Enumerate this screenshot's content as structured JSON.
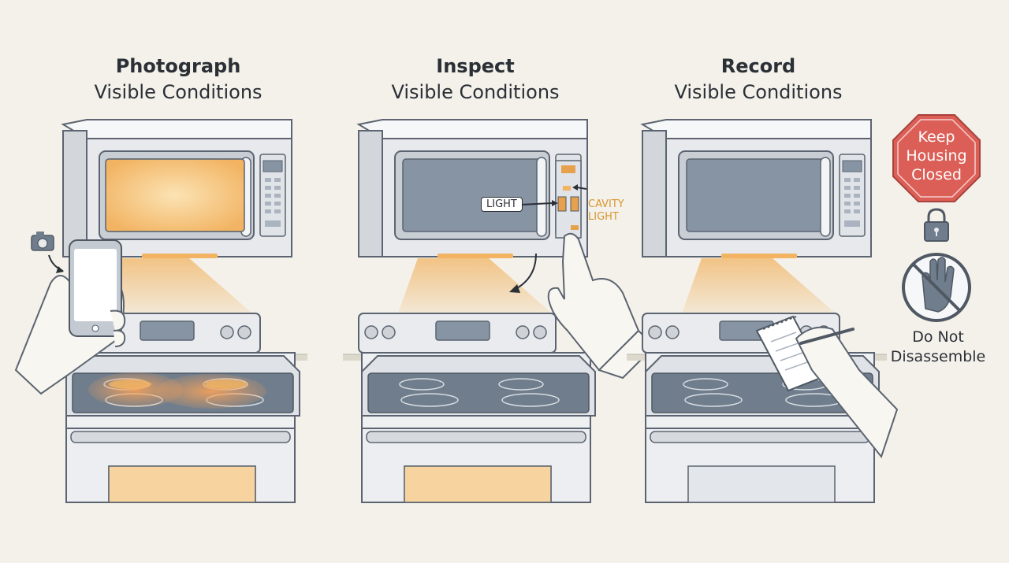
{
  "panels": [
    {
      "title": "Photograph",
      "subtitle": "Visible Conditions"
    },
    {
      "title": "Inspect",
      "subtitle": "Visible Conditions"
    },
    {
      "title": "Record",
      "subtitle": "Visible Conditions"
    }
  ],
  "callouts": {
    "light": "LIGHT",
    "cavity_light": "CAVITY LIGHT"
  },
  "sign": {
    "text": "Keep Housing Closed"
  },
  "warning": {
    "text": "Do Not Disassemble"
  },
  "colors": {
    "background": "#f3f1ea",
    "outline": "#5b6470",
    "appliance_fill": "#e7e9ec",
    "glass": "#8794a4",
    "glow": "#f2b463",
    "stop_sign": "#dc5f57"
  }
}
